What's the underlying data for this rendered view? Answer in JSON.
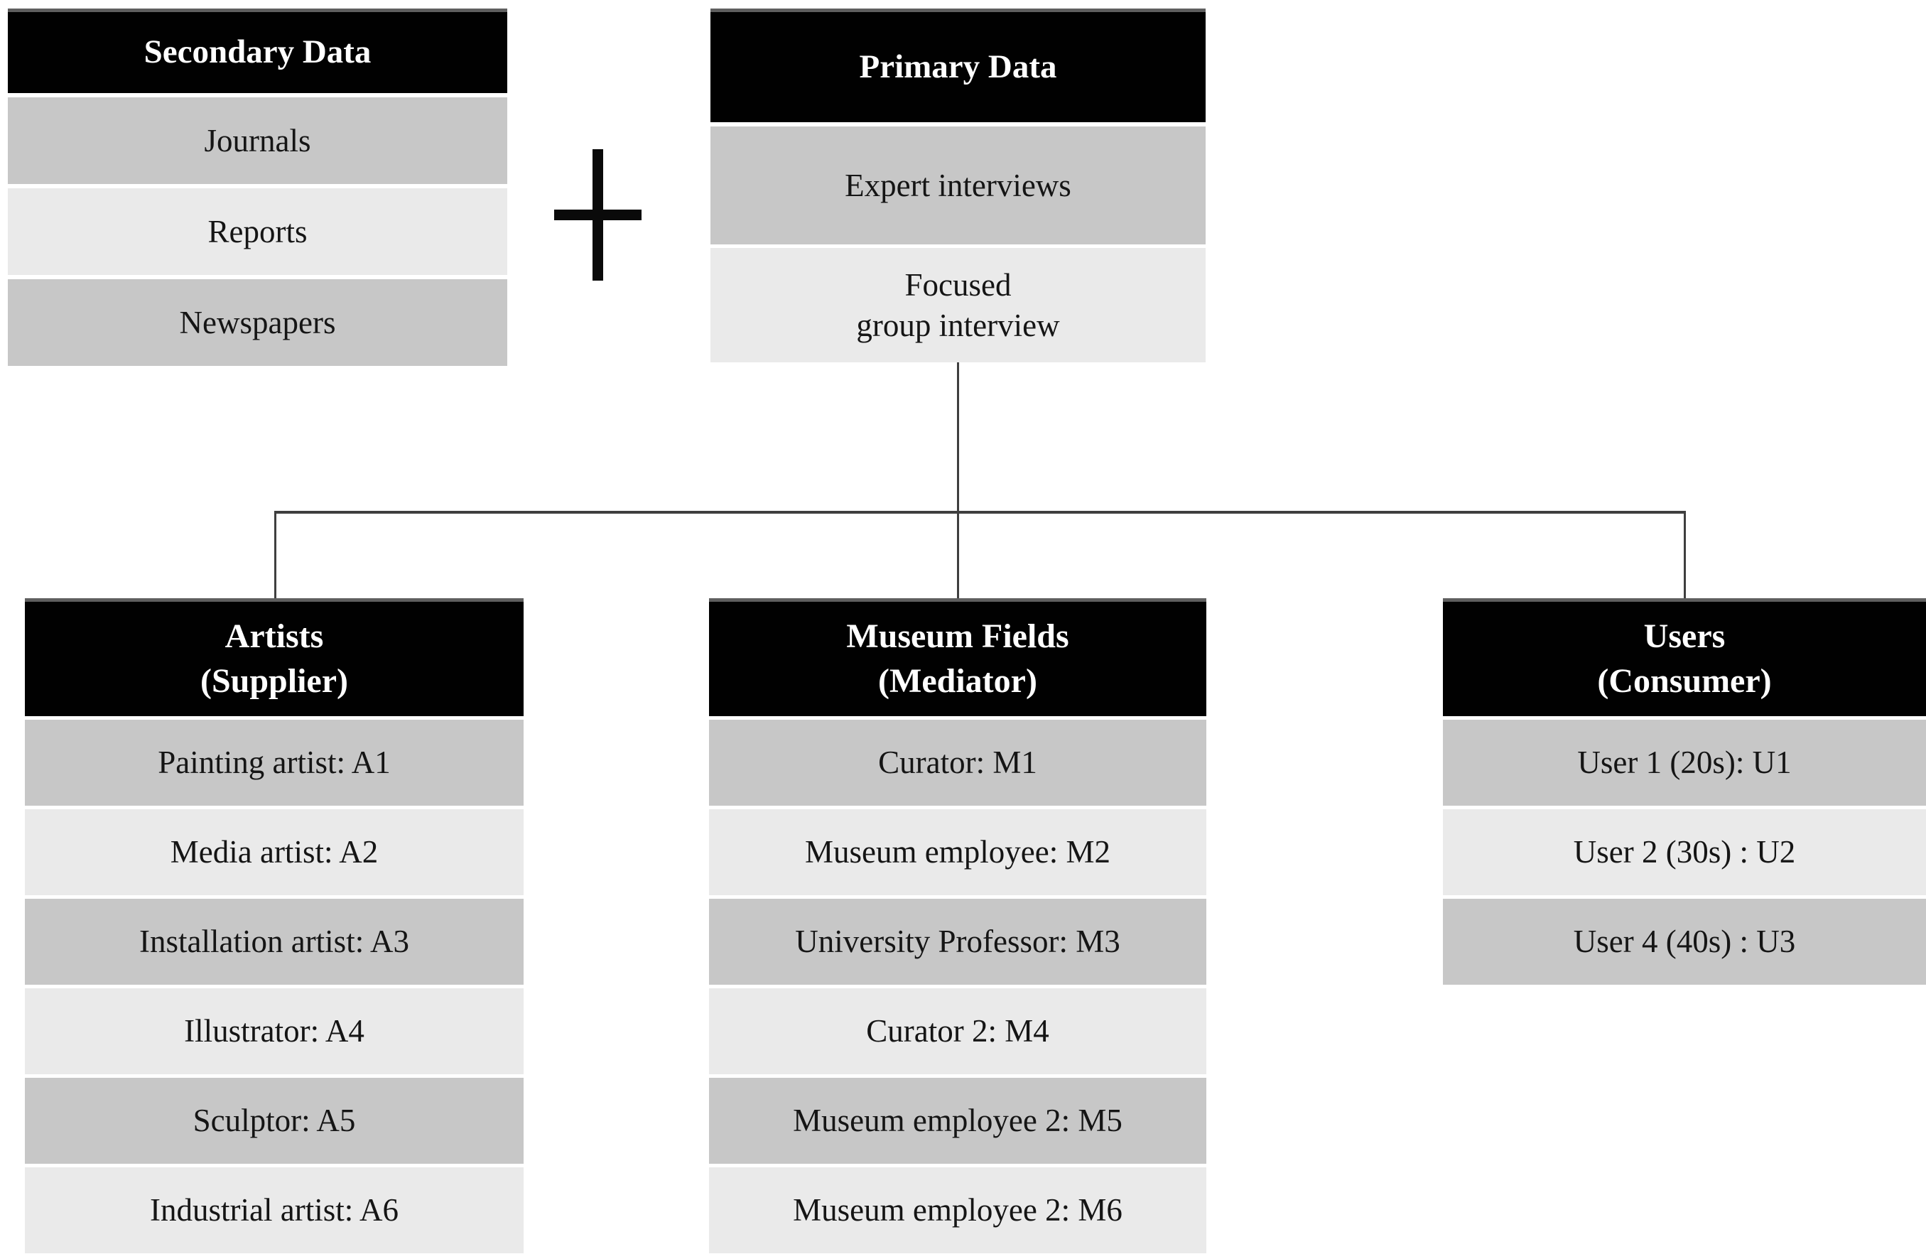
{
  "colors": {
    "header_bg": "#010101",
    "header_text": "#ffffff",
    "header_top_edge": "#5f5f5f",
    "row_dark": "#c7c7c7",
    "row_light": "#eaeaea",
    "row_text": "#151515",
    "connector_line": "#3f3f3f",
    "background": "#ffffff"
  },
  "icons": {
    "plus": "plus-icon"
  },
  "boxes": {
    "secondary": {
      "title": "Secondary Data",
      "rows": [
        "Journals",
        "Reports",
        "Newspapers"
      ]
    },
    "primary": {
      "title": "Primary Data",
      "rows": [
        "Expert interviews",
        "Focused\ngroup interview"
      ]
    },
    "artists": {
      "title": "Artists\n(Supplier)",
      "rows": [
        "Painting artist: A1",
        "Media artist: A2",
        "Installation artist: A3",
        "Illustrator: A4",
        "Sculptor: A5",
        "Industrial artist: A6"
      ]
    },
    "museum": {
      "title": "Museum Fields\n(Mediator)",
      "rows": [
        "Curator: M1",
        "Museum employee: M2",
        "University Professor: M3",
        "Curator 2: M4",
        "Museum employee 2: M5",
        "Museum employee 2: M6"
      ]
    },
    "users": {
      "title": "Users\n(Consumer)",
      "rows": [
        "User 1 (20s): U1",
        "User 2 (30s) : U2",
        "User 4 (40s) : U3"
      ]
    }
  }
}
